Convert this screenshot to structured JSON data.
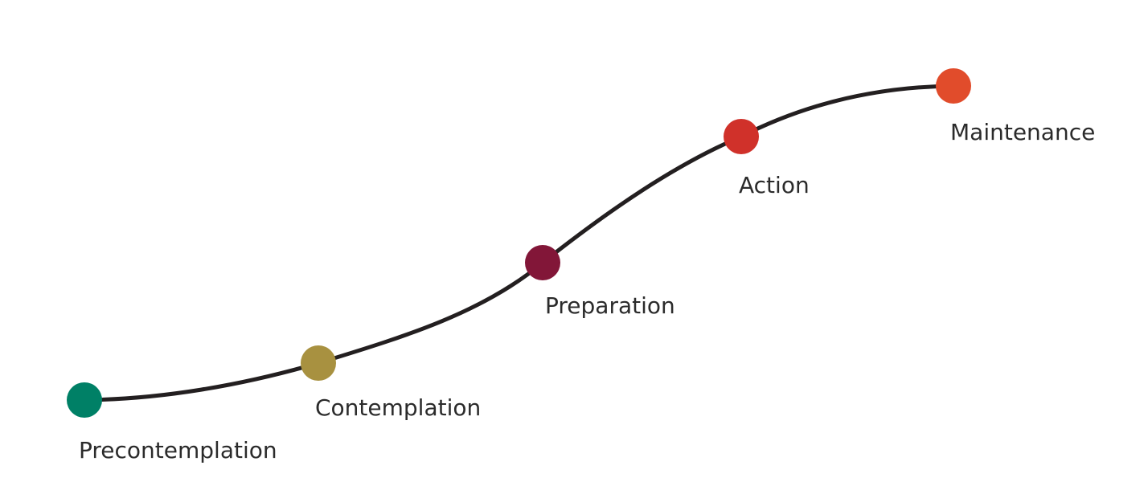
{
  "stages": [
    {
      "label": "Precontemplation",
      "color": "#008066"
    },
    {
      "label": "Contemplation",
      "color": "#a89140"
    },
    {
      "label": "Preparation",
      "color": "#821638"
    },
    {
      "label": "Action",
      "color": "#d0312a"
    },
    {
      "label": "Maintenance",
      "color": "#e14c2b"
    }
  ],
  "curve_color": "#231f20"
}
